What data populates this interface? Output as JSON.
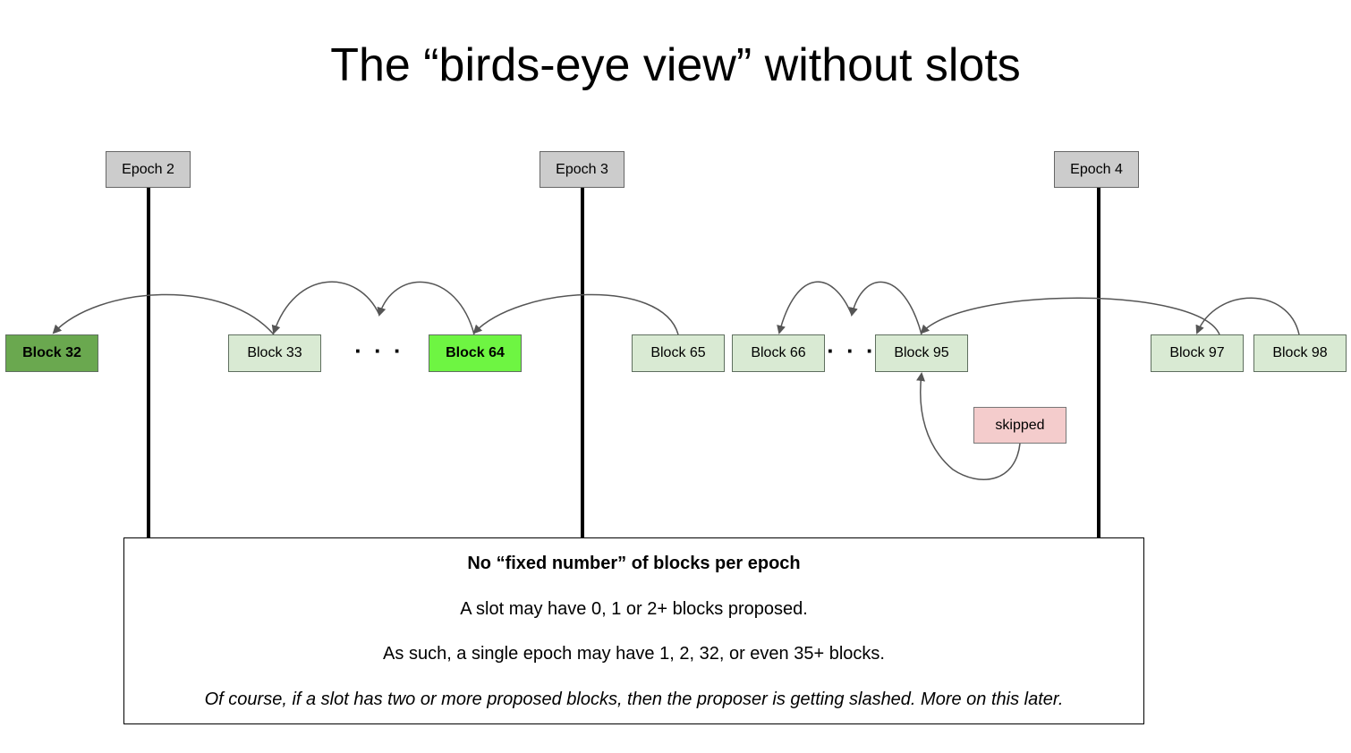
{
  "title": "The “birds-eye view” without slots",
  "epochs": [
    "Epoch 2",
    "Epoch 3",
    "Epoch 4"
  ],
  "blocks": {
    "b32": "Block 32",
    "b33": "Block 33",
    "b64": "Block 64",
    "b65": "Block 65",
    "b66": "Block 66",
    "b95": "Block 95",
    "b97": "Block 97",
    "b98": "Block 98"
  },
  "ellipsis": "· · ·",
  "skipped_label": "skipped",
  "note": {
    "heading": "No “fixed number” of blocks per epoch",
    "line1": "A slot may have 0, 1 or 2+ blocks proposed.",
    "line2": "As such, a single epoch may have 1, 2, 32, or even 35+ blocks.",
    "line3": "Of course, if a slot has two or more proposed blocks, then the proposer is getting slashed. More on this later."
  },
  "colors": {
    "epoch_fill": "#cccccc",
    "block_fill": "#d9ead3",
    "block_32_fill": "#6aa84f",
    "block_64_fill": "#6ef542",
    "skipped_fill": "#f4cccc",
    "arrow": "#555555"
  }
}
